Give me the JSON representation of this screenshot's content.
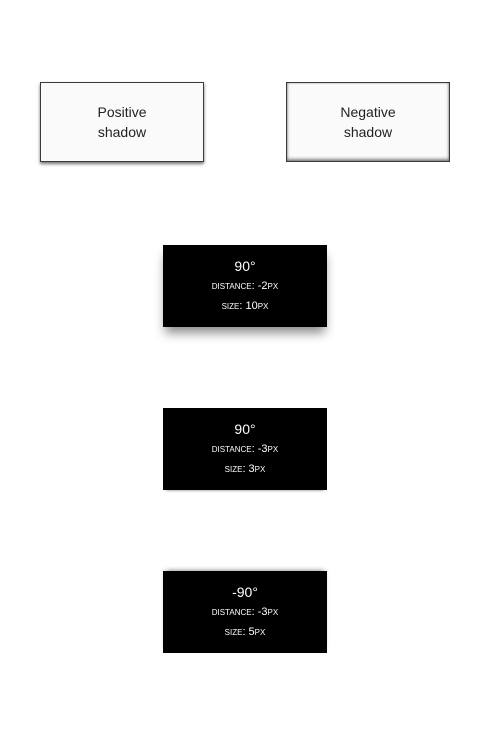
{
  "positive": {
    "line1": "Positive",
    "line2": "shadow"
  },
  "negative": {
    "line1": "Negative",
    "line2": "shadow"
  },
  "samples": [
    {
      "angle": "90°",
      "distance": "distance: -2px",
      "size": "size: 10px"
    },
    {
      "angle": "90°",
      "distance": "distance: -3px",
      "size": "size: 3px"
    },
    {
      "angle": "-90°",
      "distance": "distance: -3px",
      "size": "size: 5px"
    }
  ],
  "colors": {
    "dark_box": "#000000",
    "light_box": "#fafafa",
    "border": "#3a3a3a"
  }
}
